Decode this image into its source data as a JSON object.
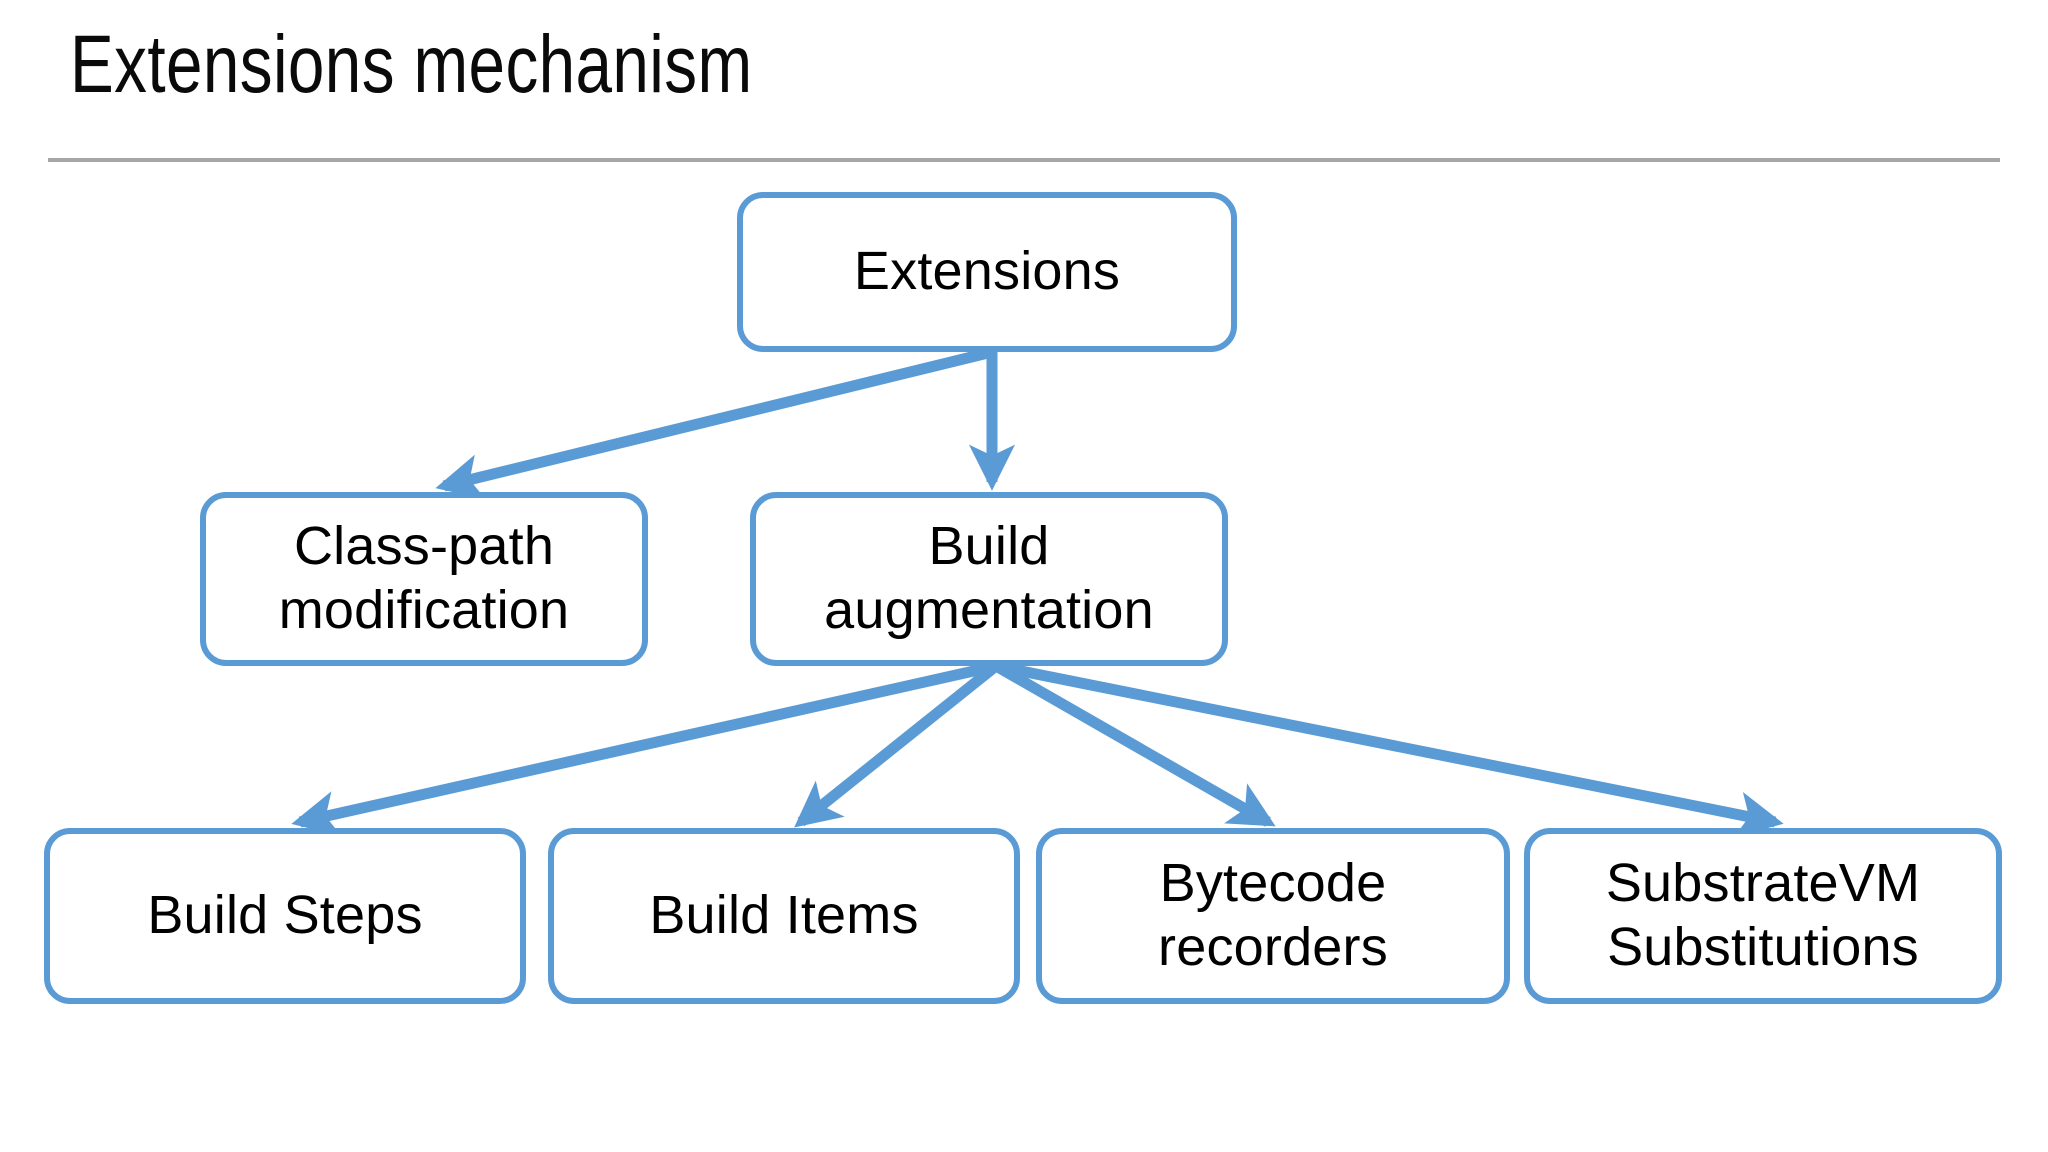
{
  "slide": {
    "title": "Extensions mechanism",
    "divider_color": "#a6a6a6",
    "background_color": "#ffffff"
  },
  "theme": {
    "node_border_color": "#5b9bd5",
    "node_fill_color": "#ffffff",
    "node_text_color": "#000000",
    "connector_color": "#5b9bd5"
  },
  "diagram": {
    "type": "hierarchy-tree",
    "nodes": [
      {
        "id": "extensions",
        "label": "Extensions",
        "level": 0
      },
      {
        "id": "classpath",
        "label": "Class-path\nmodification",
        "level": 1
      },
      {
        "id": "buildaug",
        "label": "Build\naugmentation",
        "level": 1
      },
      {
        "id": "buildsteps",
        "label": "Build Steps",
        "level": 2
      },
      {
        "id": "builditems",
        "label": "Build Items",
        "level": 2
      },
      {
        "id": "bytecode",
        "label": "Bytecode\nrecorders",
        "level": 2
      },
      {
        "id": "substratevm",
        "label": "SubstrateVM\nSubstitutions",
        "level": 2
      }
    ],
    "edges": [
      {
        "from": "extensions",
        "to": "classpath"
      },
      {
        "from": "extensions",
        "to": "buildaug"
      },
      {
        "from": "buildaug",
        "to": "buildsteps"
      },
      {
        "from": "buildaug",
        "to": "builditems"
      },
      {
        "from": "buildaug",
        "to": "bytecode"
      },
      {
        "from": "buildaug",
        "to": "substratevm"
      }
    ]
  }
}
